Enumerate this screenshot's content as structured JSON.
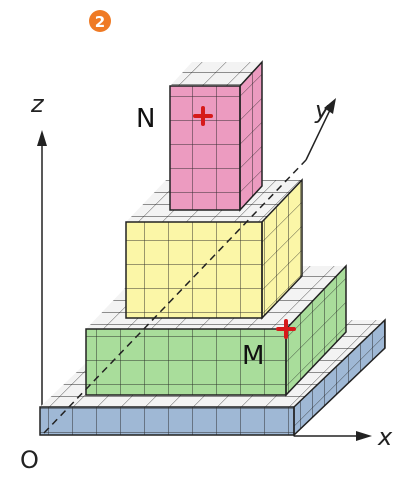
{
  "badge": {
    "number": "2",
    "color": "#ef7a24"
  },
  "axes": {
    "x": "x",
    "y": "y",
    "z": "z",
    "origin": "O"
  },
  "points": {
    "N": "N",
    "M": "M",
    "marker_color": "#d61a1a"
  },
  "colors": {
    "blue": "#9fb8d5",
    "green": "#a9dd9b",
    "yellow": "#fbf6a7",
    "pink": "#ec9bc0",
    "top": "#f3f3f3",
    "line": "#222222"
  }
}
